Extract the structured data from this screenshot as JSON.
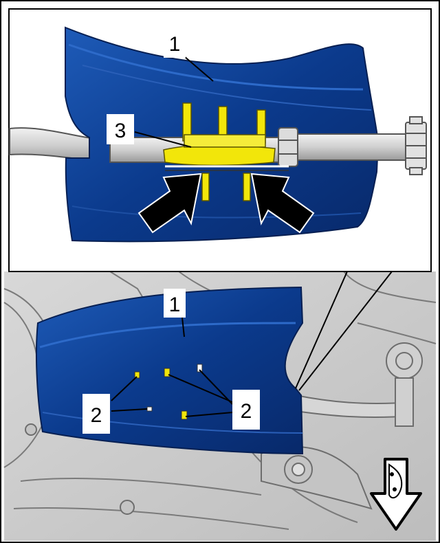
{
  "figure": {
    "detail_view": {
      "callouts": {
        "part_1": "1",
        "part_3": "3"
      },
      "arrows": [
        "press-arrow-left",
        "press-arrow-right"
      ]
    },
    "overview": {
      "callouts": {
        "part_1": "1",
        "part_2_left": "2",
        "part_2_right": "2"
      },
      "direction_icon": "down-arrow-icon"
    },
    "colors": {
      "cover_blue": "#0b3a8c",
      "cover_blue_light": "#1e5bb8",
      "clip_yellow": "#f2e60a",
      "chassis_gray": "#c9c9c9",
      "frame_black": "#000000"
    }
  }
}
